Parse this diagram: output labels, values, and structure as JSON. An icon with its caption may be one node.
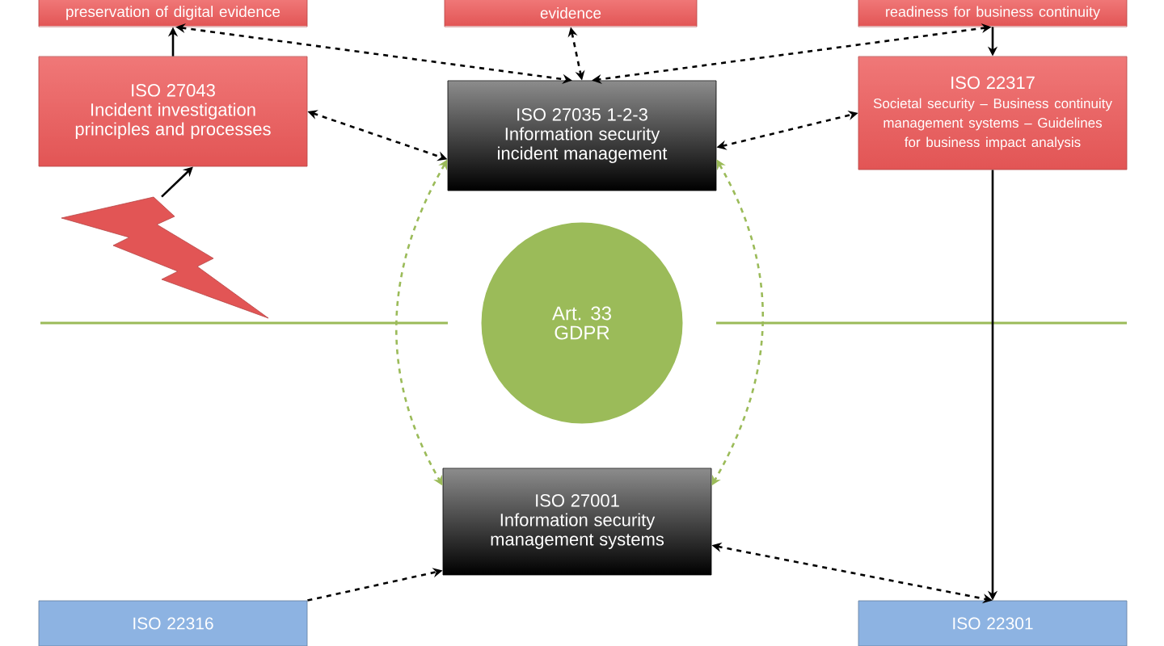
{
  "diagram": {
    "nodes": [
      {
        "text": [
          "preservation of digital evidence"
        ]
      },
      {
        "text": [
          "evidence"
        ]
      },
      {
        "text": [
          "readiness for business continuity"
        ]
      },
      {
        "text": [
          "ISO 27043",
          "Incident investigation principles and processes"
        ]
      },
      {
        "text": [
          "ISO 27035 1-2-3",
          "Information security incident management"
        ]
      },
      {
        "text": [
          "ISO 22317",
          "Societal security – Business continuity management systems – Guidelines for business impact analysis"
        ]
      },
      {
        "text": [],
        "shape": "lightning"
      },
      {
        "text": [
          "Art. 33 GDPR"
        ]
      },
      {
        "text": [
          "ISO 27001",
          "Information security management systems"
        ]
      },
      {
        "text": [
          "ISO 22316"
        ]
      },
      {
        "text": [
          "ISO 22301"
        ]
      }
    ],
    "edges": [
      {
        "from": 3,
        "to": 0,
        "arrow": "to"
      },
      {
        "from": 0,
        "to": 4,
        "arrow": "both",
        "style": "dashed"
      },
      {
        "from": 1,
        "to": 4,
        "arrow": "both",
        "style": "dashed"
      },
      {
        "from": 2,
        "to": 4,
        "arrow": "both",
        "style": "dashed"
      },
      {
        "from": 3,
        "to": 4,
        "arrow": "both",
        "style": "dashed"
      },
      {
        "from": 4,
        "to": 5,
        "arrow": "both",
        "style": "dashed"
      },
      {
        "from": 2,
        "to": 5,
        "arrow": "to"
      },
      {
        "from": 6,
        "to": 3,
        "arrow": "to"
      },
      {
        "from": 4,
        "to": 8,
        "arrow": "both",
        "style": "dashed",
        "color": "#9bbb59"
      },
      {
        "from": 4,
        "to": 8,
        "arrow": "both",
        "style": "dashed",
        "color": "#9bbb59"
      },
      {
        "from": 8,
        "to": 10,
        "arrow": "both",
        "style": "dashed"
      },
      {
        "from": 5,
        "to": 10,
        "arrow": "to"
      },
      {
        "from": 9,
        "to": 8,
        "arrow": "to",
        "style": "dashed"
      }
    ]
  }
}
